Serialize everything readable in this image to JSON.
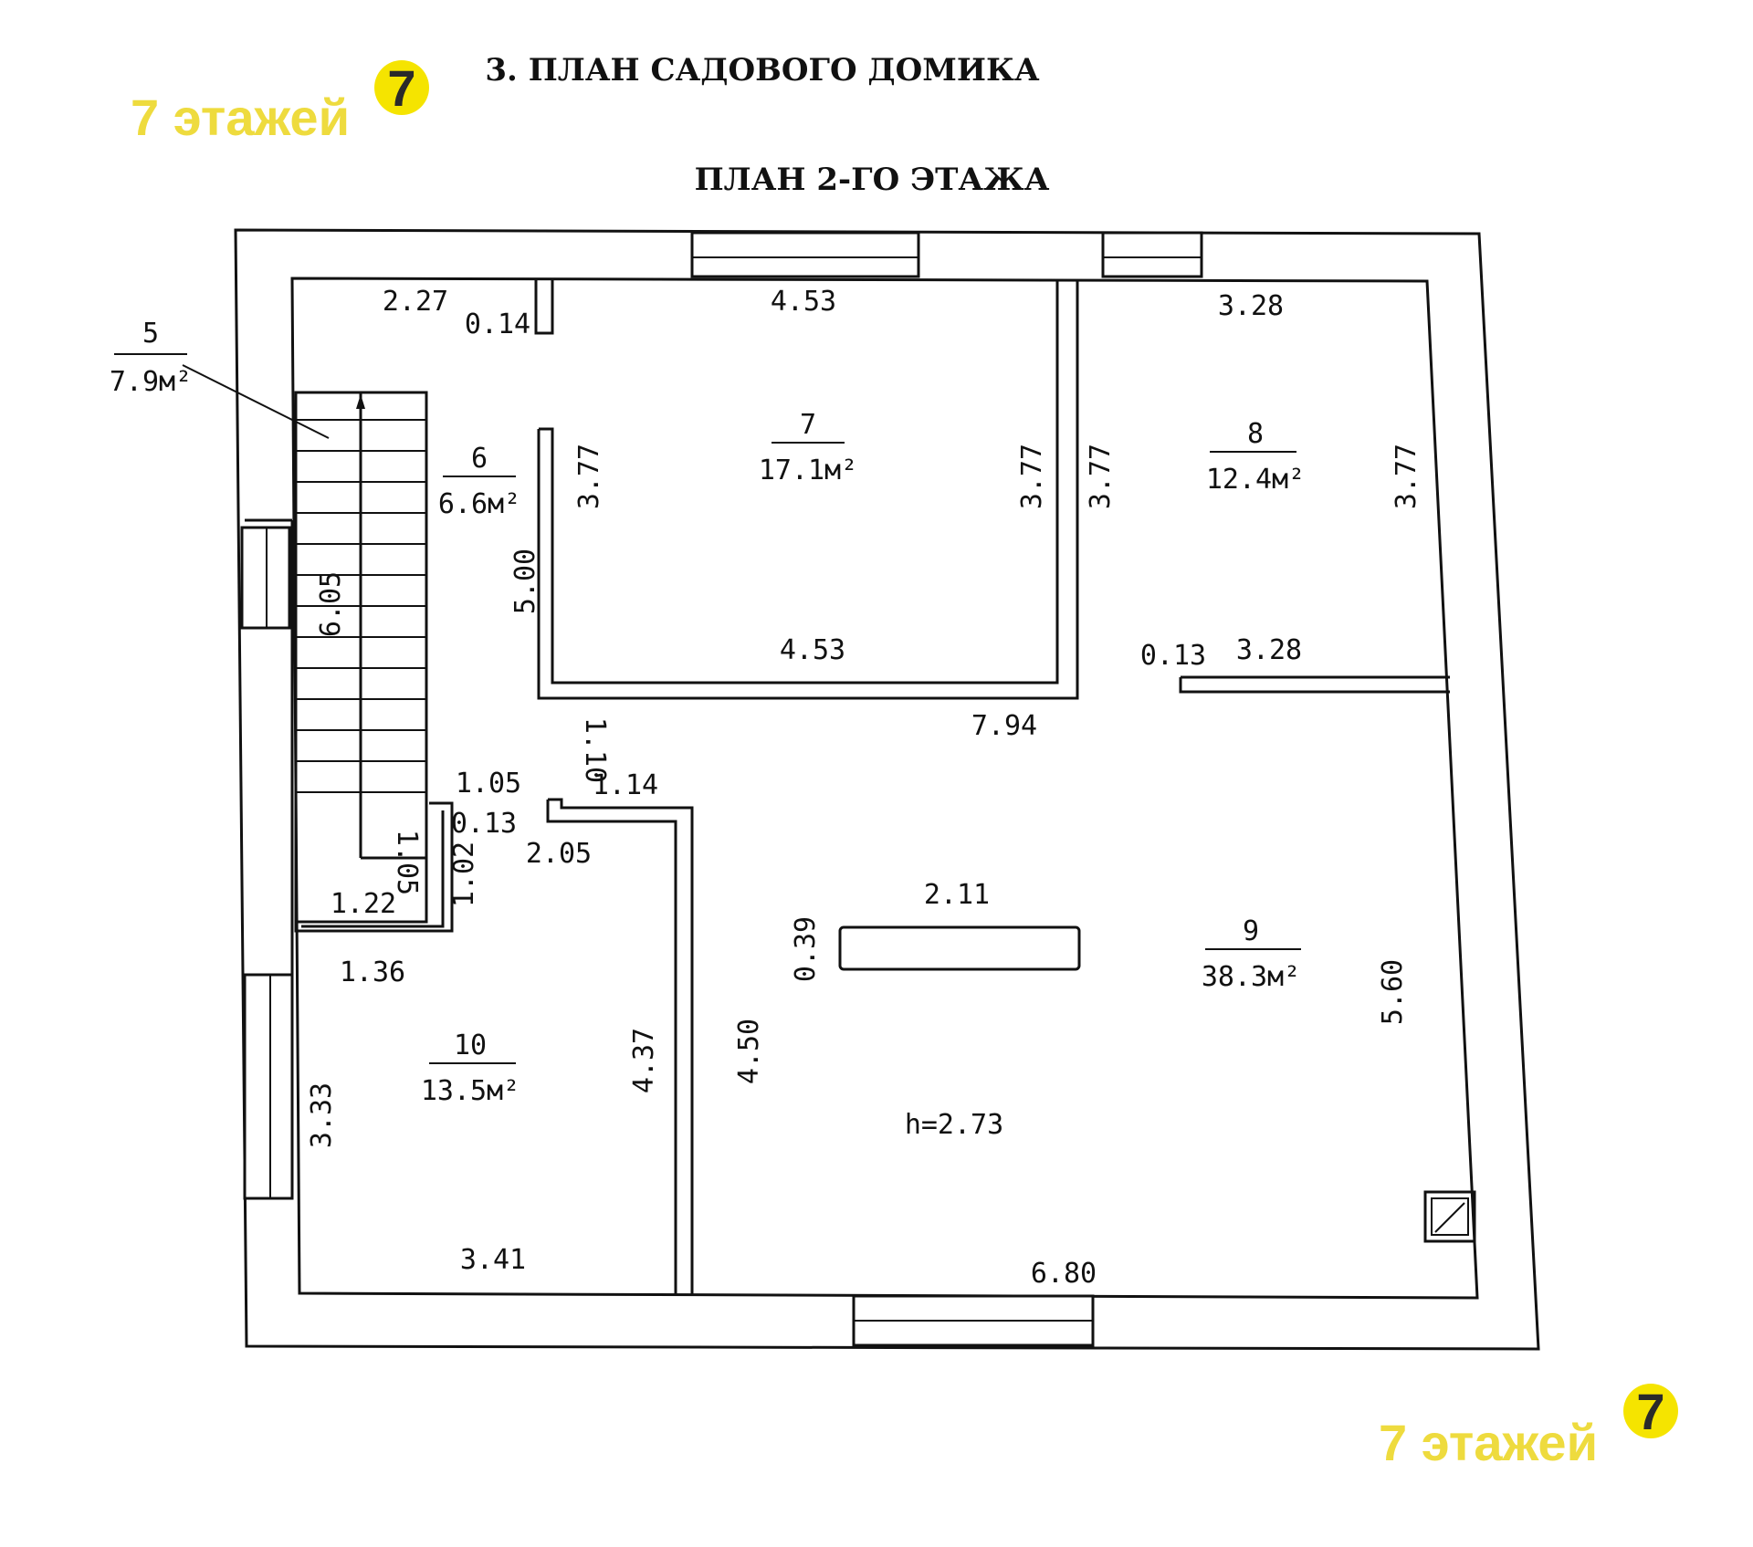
{
  "title": "3. ПЛАН САДОВОГО ДОМИКА",
  "subtitle": "ПЛАН 2-ГО ЭТАЖА",
  "watermark": {
    "text": "7 этажей",
    "logo_glyph": "7",
    "color": "#F5E400",
    "text_color": "#EEDB3E",
    "logo_text_color": "#2a2a2a"
  },
  "rooms": [
    {
      "num": "5",
      "area": "7.9м²"
    },
    {
      "num": "6",
      "area": "6.6м²"
    },
    {
      "num": "7",
      "area": "17.1м²"
    },
    {
      "num": "8",
      "area": "12.4м²"
    },
    {
      "num": "9",
      "area": "38.3м²"
    },
    {
      "num": "10",
      "area": "13.5м²"
    }
  ],
  "dimensions": {
    "d227": "2.27",
    "d014": "0.14",
    "d453_top": "4.53",
    "d328_top": "3.28",
    "d377_a": "3.77",
    "d377_b": "3.77",
    "d377_c": "3.77",
    "d377_d": "3.77",
    "d500": "5.00",
    "d605": "6.05",
    "d453_bot": "4.53",
    "d013_a": "0.13",
    "d328_bot": "3.28",
    "d794": "7.94",
    "d110": "1.10",
    "d105_a": "1.05",
    "d114": "1.14",
    "d013_b": "0.13",
    "d205": "2.05",
    "d105_b": "1.05",
    "d102": "1.02",
    "d122": "1.22",
    "d211": "2.11",
    "d039": "0.39",
    "d136": "1.36",
    "d437": "4.37",
    "d450": "4.50",
    "d560": "5.60",
    "d333": "3.33",
    "d341": "3.41",
    "d680": "6.80",
    "height": "h=2.73"
  }
}
